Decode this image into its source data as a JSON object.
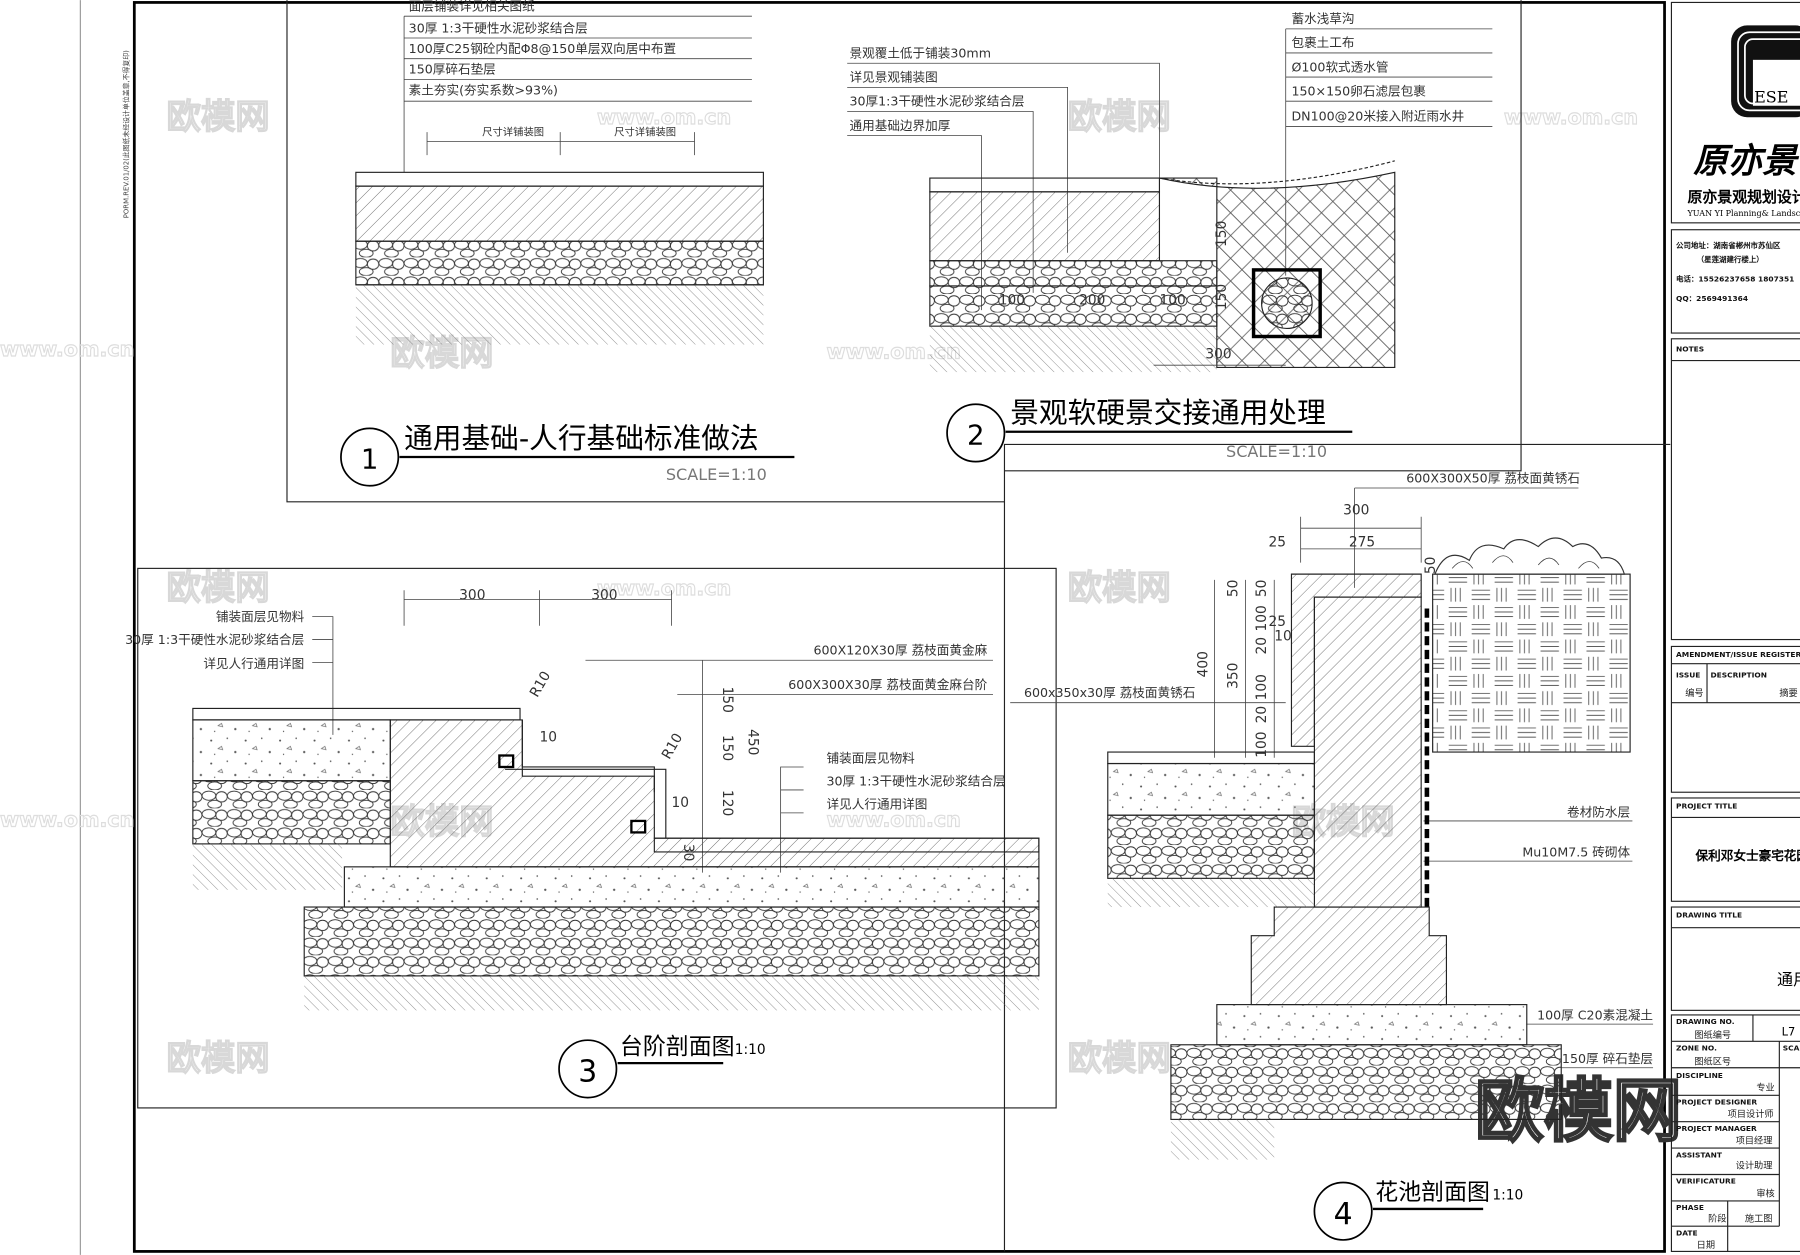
{
  "side_note": "PORM.REV.01/02(此图纸未经设计单位盖章,不得复印)",
  "detail1": {
    "labels": [
      "面层铺装详见相关图纸",
      "30厚 1:3干硬性水泥砂浆结合层",
      "100厚C25钢砼内配Φ8@150单层双向居中布置",
      "150厚碎石垫层",
      "素土夯实(夯实系数>93%)"
    ],
    "dim_labels": [
      "尺寸详铺装图",
      "尺寸详铺装图"
    ],
    "number": "1",
    "title": "通用基础-人行基础标准做法",
    "scale": "SCALE=1:10"
  },
  "detail2": {
    "left_labels": [
      "景观覆土低于铺装30mm",
      "详见景观铺装图",
      "30厚1:3干硬性水泥砂浆结合层",
      "通用基础边界加厚"
    ],
    "right_labels": [
      "蓄水浅草沟",
      "包裹土工布",
      "Ø100软式透水管",
      "150×150卵石滤层包裹",
      "DN100@20米接入附近雨水井"
    ],
    "dims": [
      "150",
      "150",
      "300",
      "100",
      "200",
      "100"
    ],
    "number": "2",
    "title": "景观软硬景交接通用处理",
    "scale": "SCALE=1:10"
  },
  "detail3": {
    "left_labels": [
      "铺装面层见物料",
      "30厚 1:3干硬性水泥砂浆结合层",
      "详见人行通用详图"
    ],
    "right_top_labels": [
      "600X120X30厚 荔枝面黄金麻",
      "600X300X30厚 荔枝面黄金麻台阶"
    ],
    "right_labels": [
      "铺装面层见物料",
      "30厚 1:3干硬性水泥砂浆结合层",
      "详见人行通用详图"
    ],
    "dims": [
      "300",
      "300",
      "150",
      "150",
      "120",
      "450",
      "R10",
      "R10",
      "10",
      "10",
      "30"
    ],
    "number": "3",
    "title": "台阶剖面图",
    "scale": "1:10"
  },
  "detail4": {
    "labels": [
      "600X300X50厚 荔枝面黄锈石",
      "600x350x30厚 荔枝面黄锈石",
      "卷材防水层",
      "Mu10M7.5 砖砌体",
      "100厚 C20素混凝土",
      "150厚 碎石垫层"
    ],
    "dims": [
      "300",
      "25",
      "275",
      "50",
      "50",
      "400",
      "350",
      "100",
      "20",
      "100",
      "20",
      "100",
      "25",
      "10",
      "50"
    ],
    "number": "4",
    "title": "花池剖面图",
    "scale": "1:10"
  },
  "title_block": {
    "logo_text": "ESE",
    "logo_calligraphy": "原亦景",
    "company_cn": "原亦景观规划设计",
    "company_en": "YUAN YI Planning& Landscape",
    "address": "公司地址：湖南省郴州市苏仙区",
    "address2": "（星莲湖建行楼上）",
    "phone": "电话：15526237658    1807351",
    "qq": "QQ：2569491364",
    "notes_label": "NOTES",
    "amendment_label": "AMENDMENT/ISSUE REGISTER",
    "issue_label": "ISSUE",
    "issue_cn": "编号",
    "description_label": "DESCRIPTION",
    "description_cn": "摘要",
    "project_title_label": "PROJECT TITLE",
    "project_title": "保利邓女士豪宅花园",
    "drawing_title_label": "DRAWING TITLE",
    "drawing_title": "通用",
    "drawing_no_label": "DRAWING NO.",
    "drawing_no_cn": "图纸编号",
    "drawing_no": "L7",
    "zone_no_label": "ZONE NO.",
    "zone_no_cn": "图纸区号",
    "scale_label": "SCA",
    "discipline_label": "DISCIPLINE",
    "discipline_cn": "专业",
    "designer_label": "PROJECT DESIGNER",
    "designer_cn": "项目设计师",
    "manager_label": "PROJECT MANAGER",
    "manager_cn": "项目经理",
    "assistant_label": "ASSISTANT",
    "assistant_cn": "设计助理",
    "verify_label": "VERIFICATURE",
    "verify_cn": "审核",
    "phase_label": "PHASE",
    "phase_cn": "阶段",
    "phase_value": "施工图",
    "date_label": "DATE",
    "date_cn": "日期"
  },
  "watermarks": {
    "brand": "欧模网",
    "url": "www.om.cn"
  }
}
